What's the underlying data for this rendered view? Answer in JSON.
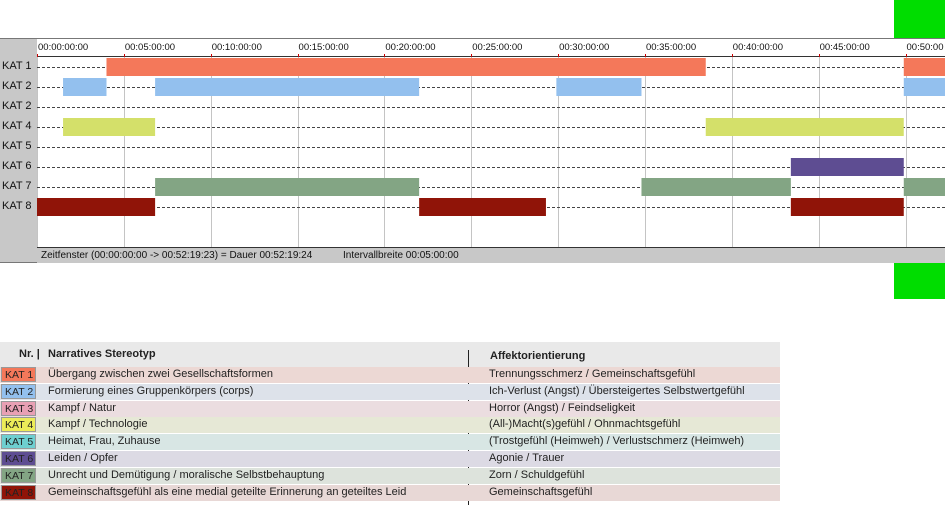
{
  "timeline": {
    "tick_labels": [
      "00:00:00:00",
      "00:05:00:00",
      "00:10:00:00",
      "00:15:00:00",
      "00:20:00:00",
      "00:25:00:00",
      "00:30:00:00",
      "00:35:00:00",
      "00:40:00:00",
      "00:45:00:00",
      "00:50:00"
    ],
    "row_labels": [
      "KAT 1",
      "KAT 2",
      "KAT 2",
      "KAT 4",
      "KAT 5",
      "KAT 6",
      "KAT 7",
      "KAT 8"
    ],
    "status_window": "Zeitfenster (00:00:00:00 -> 00:52:19:23) = Dauer 00:52:19:24",
    "status_interval": "Intervallbreite 00:05:00:00",
    "colors": {
      "accent_green": "#00dd00",
      "panel_grey": "#c8c8c8"
    }
  },
  "chart_data": {
    "type": "gantt",
    "x_unit": "minutes",
    "xlim": [
      0,
      52.32
    ],
    "tick_interval_minutes": 5,
    "rows": [
      {
        "label": "KAT 1",
        "color": "#f4785a",
        "segments": [
          [
            4.0,
            38.5
          ],
          [
            49.9,
            52.32
          ]
        ]
      },
      {
        "label": "KAT 2",
        "color": "#93c0ee",
        "segments": [
          [
            1.5,
            4.0
          ],
          [
            6.8,
            22.0
          ],
          [
            29.9,
            34.8
          ],
          [
            49.9,
            52.32
          ]
        ]
      },
      {
        "label": "KAT 2",
        "color": "#e8a0b4",
        "segments": []
      },
      {
        "label": "KAT 4",
        "color": "#d4e06a",
        "segments": [
          [
            1.5,
            6.8
          ],
          [
            38.5,
            49.9
          ]
        ]
      },
      {
        "label": "KAT 5",
        "color": "#6ecfd0",
        "segments": []
      },
      {
        "label": "KAT 6",
        "color": "#5e4d92",
        "segments": [
          [
            43.4,
            49.9
          ]
        ]
      },
      {
        "label": "KAT 7",
        "color": "#83a584",
        "segments": [
          [
            6.8,
            22.0
          ],
          [
            34.8,
            43.4
          ],
          [
            49.9,
            52.32
          ]
        ]
      },
      {
        "label": "KAT 8",
        "color": "#901408",
        "segments": [
          [
            0,
            6.8
          ],
          [
            22.0,
            29.3
          ],
          [
            43.4,
            49.9
          ]
        ]
      }
    ]
  },
  "legend": {
    "headers": {
      "nr": "Nr. |",
      "stereotype": "Narratives Stereotyp",
      "affect": "Affektorientierung"
    },
    "rows": [
      {
        "nr": "KAT 1",
        "color": "#f4785a",
        "bg": "#ecd8d4",
        "stereotype": "Übergang zwischen zwei Gesellschaftsformen",
        "affect": "Trennungsschmerz / Gemeinschaftsgefühl"
      },
      {
        "nr": "KAT 2",
        "color": "#93c0ee",
        "bg": "#dde2ea",
        "stereotype": "Formierung eines Gruppenkörpers (corps)",
        "affect": "Ich-Verlust (Angst) / Übersteigertes Selbstwertgefühl"
      },
      {
        "nr": "KAT 3",
        "color": "#e8a0b4",
        "bg": "#ebdde0",
        "stereotype": "Kampf / Natur",
        "affect": "Horror (Angst) / Feindseligkeit"
      },
      {
        "nr": "KAT 4",
        "color": "#ecec58",
        "bg": "#e6e8d6",
        "stereotype": "Kampf / Technologie",
        "affect": "(All-)Macht(s)gefühl / Ohnmachtsgefühl"
      },
      {
        "nr": "KAT 5",
        "color": "#6ecfd0",
        "bg": "#d8e6e4",
        "stereotype": "Heimat, Frau, Zuhause",
        "affect": "(Trostgefühl (Heimweh) / Verlustschmerz (Heimweh)"
      },
      {
        "nr": "KAT 6",
        "color": "#5e4d92",
        "bg": "#dcdae4",
        "stereotype": "Leiden / Opfer",
        "affect": "Agonie / Trauer"
      },
      {
        "nr": "KAT 7",
        "color": "#83a584",
        "bg": "#dde3dc",
        "stereotype": "Unrecht und Demütigung / moralische Selbstbehauptung",
        "affect": "Zorn / Schuldgefühl"
      },
      {
        "nr": "KAT 8",
        "color": "#901408",
        "bg": "#e8d8d6",
        "stereotype": "Gemeinschaftsgefühl als eine medial geteilte Erinnerung an geteiltes Leid",
        "affect": "Gemeinschaftsgefühl"
      }
    ]
  }
}
